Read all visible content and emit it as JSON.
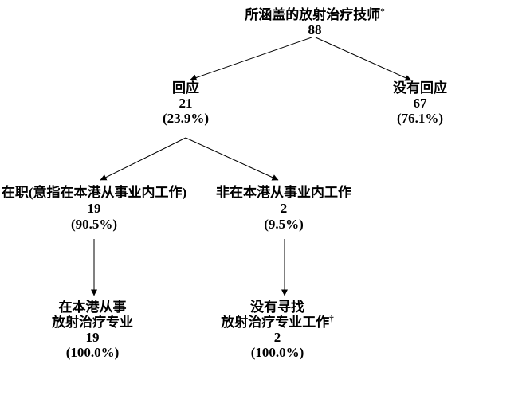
{
  "colors": {
    "background": "#ffffff",
    "text": "#000000",
    "line": "#000000"
  },
  "nodes": {
    "covered": {
      "label": "所涵盖的放射治疗技师",
      "marker": "*",
      "count": "88"
    },
    "responded": {
      "label": "回应",
      "count": "21",
      "percent": "(23.9%)"
    },
    "no_response": {
      "label": "没有回应",
      "count": "67",
      "percent": "(76.1%)"
    },
    "in_service": {
      "label": "在职(意指在本港从事业内工作)",
      "count": "19",
      "percent": "(90.5%)"
    },
    "not_in_service": {
      "label": "非在本港从事业内工作",
      "count": "2",
      "percent": "(9.5%)"
    },
    "practising": {
      "label_line1": "在本港从事",
      "label_line2": "放射治疗专业",
      "count": "19",
      "percent": "(100.0%)"
    },
    "not_seeking": {
      "label_line1": "没有寻找",
      "label_line2": "放射治疗专业工作",
      "marker": "†",
      "count": "2",
      "percent": "(100.0%)"
    }
  }
}
